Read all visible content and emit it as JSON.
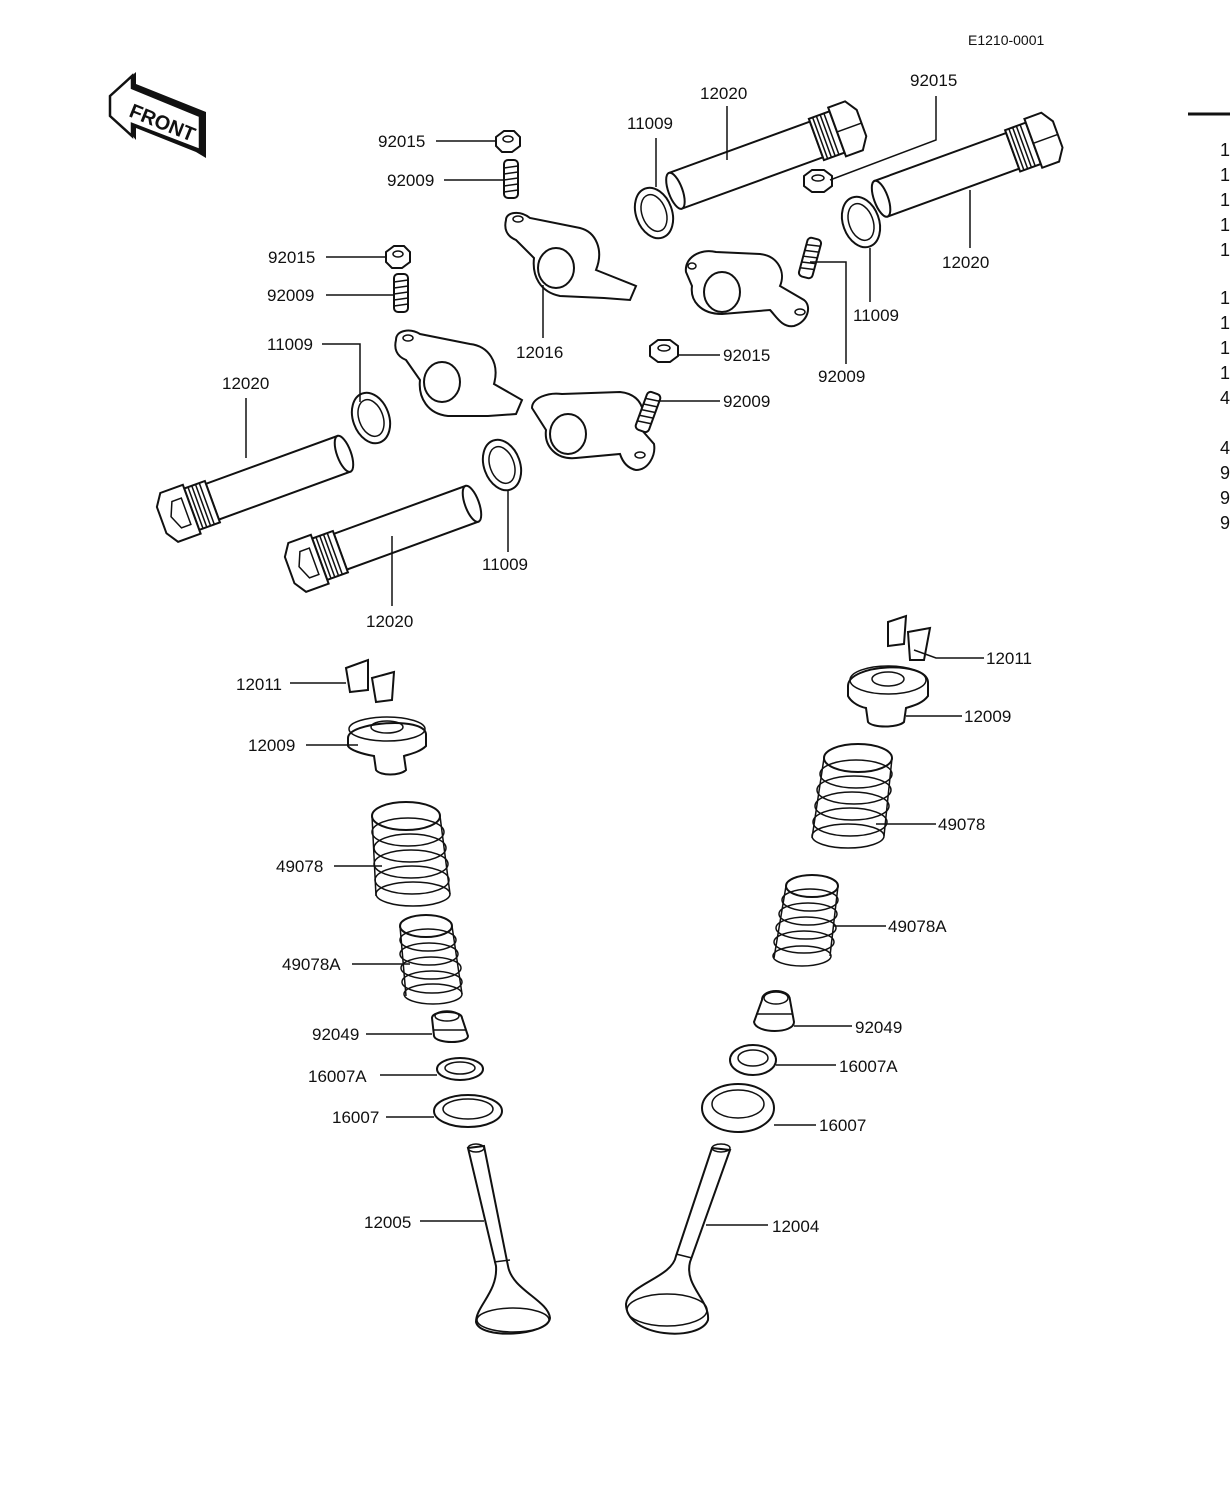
{
  "diagram_code": "E1210-0001",
  "front_label": "FRONT",
  "labels": {
    "p92015_a": "92015",
    "p92009_a": "92009",
    "p92015_b": "92015",
    "p92009_b": "92009",
    "p11009_a": "11009",
    "p12020_a": "12020",
    "p12016": "12016",
    "p12020_b": "12020",
    "p11009_b": "11009",
    "p12020_c": "12020",
    "p92015_c": "92015",
    "p11009_c": "11009",
    "p12020_d": "12020",
    "p92015_d": "92015",
    "p92009_c": "92009",
    "p11009_d": "11009",
    "p92009_d": "92009",
    "p12011_l": "12011",
    "p12009_l": "12009",
    "p49078_l": "49078",
    "p49078A_l": "49078A",
    "p92049_l": "92049",
    "p16007A_l": "16007A",
    "p16007_l": "16007",
    "p12005": "12005",
    "p12011_r": "12011",
    "p12009_r": "12009",
    "p49078_r": "49078",
    "p49078A_r": "49078A",
    "p92049_r": "92049",
    "p16007A_r": "16007A",
    "p16007_r": "16007",
    "p12004": "12004"
  },
  "margin_chars": [
    "1",
    "1",
    "1",
    "1",
    "1",
    "1",
    "1",
    "1",
    "1",
    "4",
    "4",
    "9",
    "9",
    "9"
  ]
}
